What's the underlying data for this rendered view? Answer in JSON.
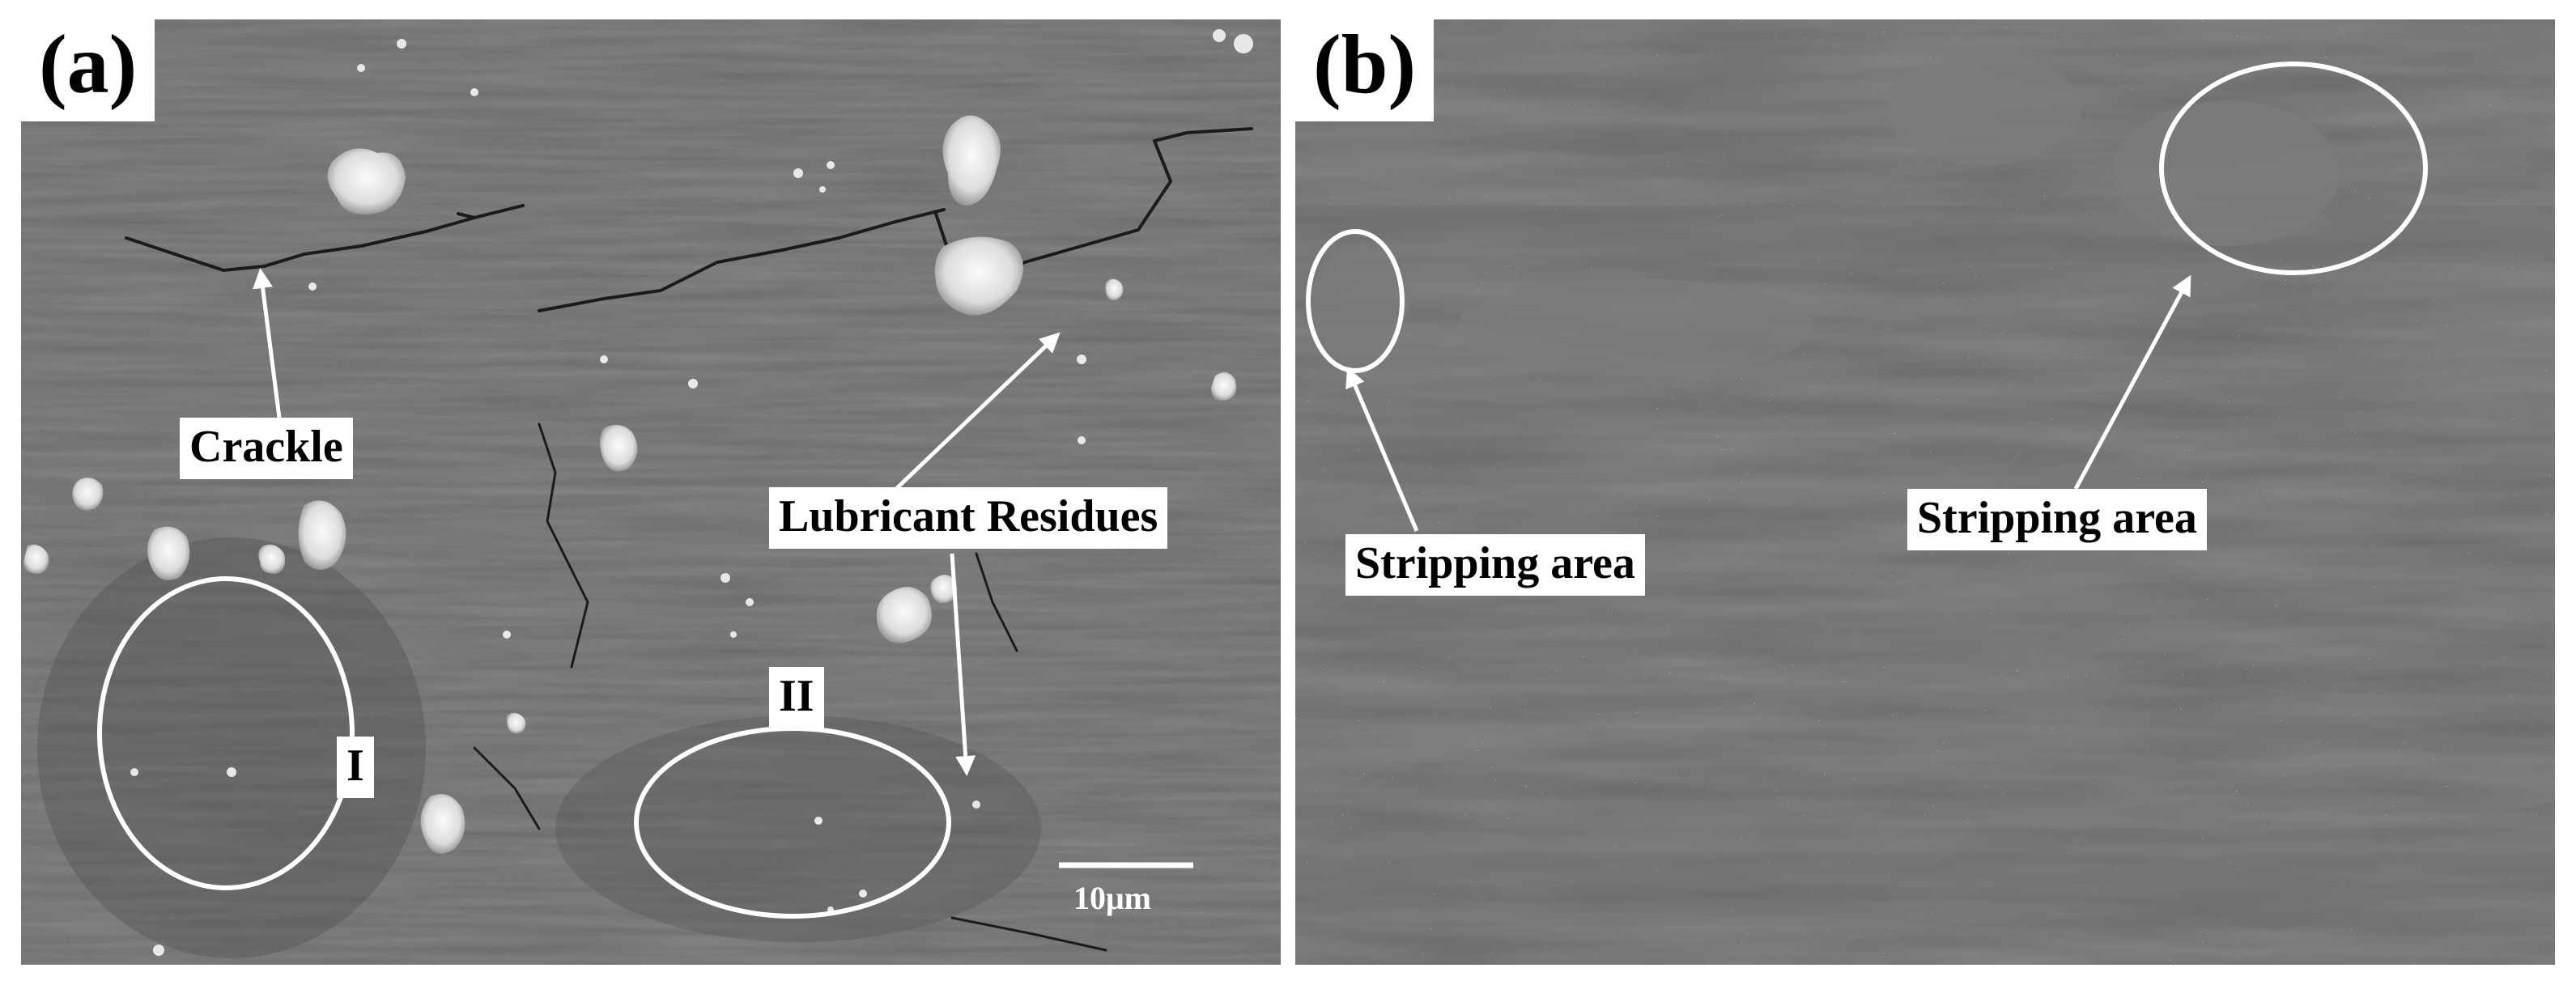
{
  "figure": {
    "panel_a": {
      "letter": "(a)",
      "labels": {
        "crackle": "Crackle",
        "lubricant_residues": "Lubricant Residues",
        "region_one": "I",
        "region_two": "II"
      },
      "scale_bar_text": "10μm"
    },
    "panel_b": {
      "letter": "(b)",
      "labels": {
        "stripping_left": "Stripping area",
        "stripping_right": "Stripping area"
      }
    }
  }
}
